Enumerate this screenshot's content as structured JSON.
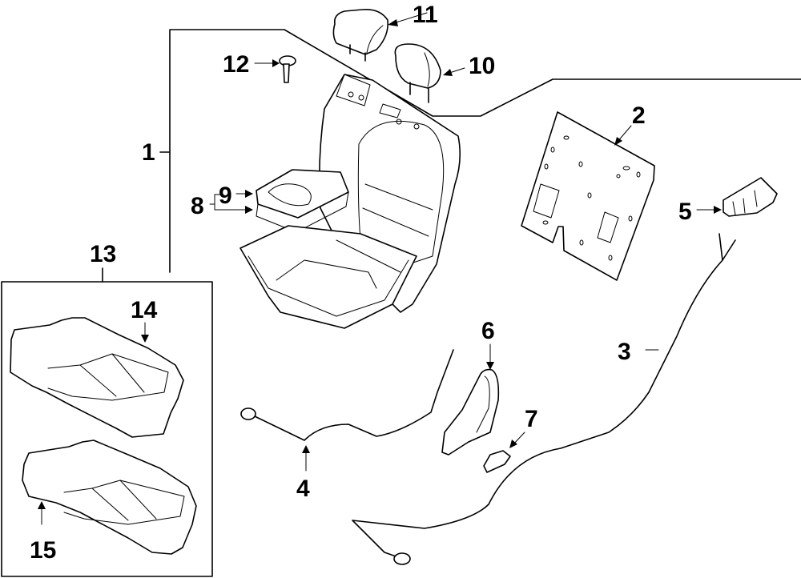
{
  "diagram": {
    "type": "exploded-parts-diagram",
    "subject": "Rear seat assembly",
    "callouts": [
      {
        "id": "1",
        "label": "1",
        "part": "seat-assembly"
      },
      {
        "id": "2",
        "label": "2",
        "part": "seat-back-panel"
      },
      {
        "id": "3",
        "label": "3",
        "part": "release-cable-long"
      },
      {
        "id": "4",
        "label": "4",
        "part": "release-cable-short"
      },
      {
        "id": "5",
        "label": "5",
        "part": "bracket"
      },
      {
        "id": "6",
        "label": "6",
        "part": "release-handle"
      },
      {
        "id": "7",
        "label": "7",
        "part": "handle-bezel"
      },
      {
        "id": "8",
        "label": "8",
        "part": "armrest-assembly"
      },
      {
        "id": "9",
        "label": "9",
        "part": "cup-holder"
      },
      {
        "id": "10",
        "label": "10",
        "part": "headrest-right"
      },
      {
        "id": "11",
        "label": "11",
        "part": "headrest-left"
      },
      {
        "id": "12",
        "label": "12",
        "part": "bolt"
      },
      {
        "id": "13",
        "label": "13",
        "part": "cushion-group"
      },
      {
        "id": "14",
        "label": "14",
        "part": "seat-cushion-upper"
      },
      {
        "id": "15",
        "label": "15",
        "part": "seat-cushion-lower"
      }
    ]
  }
}
